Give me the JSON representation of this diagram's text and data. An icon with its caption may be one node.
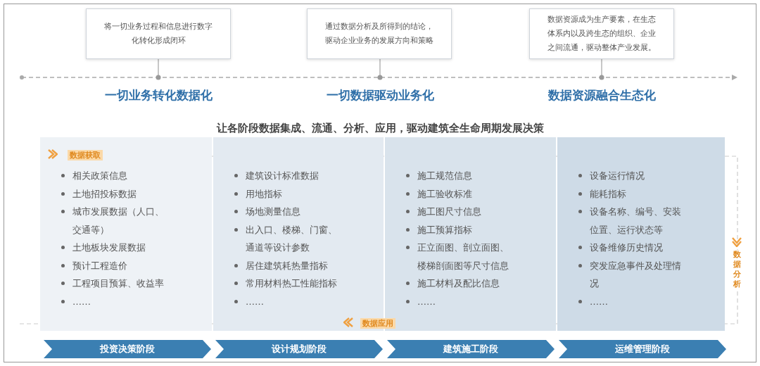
{
  "diagram": {
    "nodes": [
      {
        "text": [
          "将一切业务过程和信息进行数字化转化形成闭环"
        ]
      },
      {
        "text": [
          "通过数据分析及所得到的结论，驱动企业业务的发展方向和策略"
        ]
      },
      {
        "text": [
          "数据资源成为生产要素，在生态体系内以及跨生态的组织、企业之间流通，驱动整体产业发展。"
        ]
      },
      {
        "text": [],
        "shape": "bar"
      },
      {
        "text": [
          "相关政策信息",
          "土地招投标数据",
          "城市发展数据（人口、交通等）",
          "土地板块发展数据",
          "预计工程造价",
          "工程项目预算、收益率",
          "……"
        ]
      },
      {
        "text": [
          "建筑设计标准数据",
          "用地指标",
          "场地测量信息",
          "出入口、楼梯、门窗、通道等设计参数",
          "居住建筑耗热量指标",
          "常用材料热工性能指标",
          "……"
        ]
      },
      {
        "text": [
          "施工规范信息",
          "施工验收标准",
          "施工图尺寸信息",
          "施工预算指标",
          "正立面图、剖立面图、楼梯剖面图等尺寸信息",
          "施工材料及配比信息",
          "……"
        ]
      },
      {
        "text": [
          "设备运行情况",
          "能耗指标",
          "设备名称、编号、安装位置、运行状态等",
          "设备维修历史情况",
          "突发应急事件及处理情况",
          "……"
        ]
      },
      {
        "text": [
          "投资决策阶段"
        ]
      },
      {
        "text": [
          "设计规划阶段"
        ]
      },
      {
        "text": [
          "建筑施工阶段"
        ]
      },
      {
        "text": [
          "运维管理阶段"
        ]
      }
    ],
    "edges": [
      {
        "from": 0,
        "to": 3,
        "arrow": "other"
      },
      {
        "from": 1,
        "to": 3,
        "arrow": "other"
      },
      {
        "from": 2,
        "to": 3,
        "arrow": "other"
      }
    ],
    "labels": [
      "一切业务转化数据化",
      "一切数据驱动业务化",
      "数据资源融合生态化",
      "让各阶段数据集成、流通、分析、应用，驱动建筑全生命周期发展决策",
      "数据获取",
      "数据分析",
      "数据应用"
    ]
  }
}
